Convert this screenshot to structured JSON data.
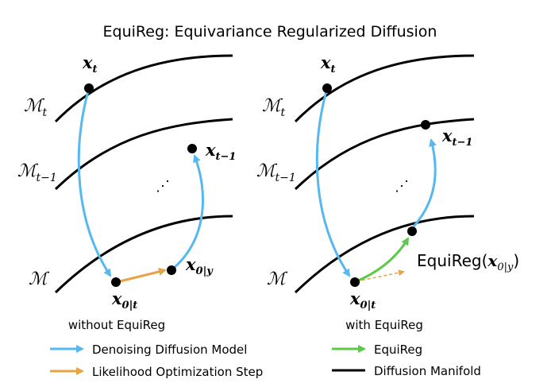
{
  "title": "EquiReg: Equivariance Regularized Diffusion",
  "colors": {
    "denoising": "#56b8ec",
    "likelihood": "#e6a444",
    "equireg": "#5ec84a",
    "manifold": "#000000"
  },
  "panels": [
    {
      "caption": "without EquiReg",
      "manifold_labels": {
        "t": "t",
        "t_minus_1": "t−1",
        "base": ""
      },
      "point_labels": {
        "x_t": {
          "base": "x",
          "sub": "t"
        },
        "x_t1": {
          "base": "x",
          "sub": "t−1"
        },
        "x_0t": {
          "base": "x",
          "sub": "0|t"
        },
        "x_0y": {
          "base": "x",
          "sub": "0|y"
        }
      },
      "ellipsis": "⋰"
    },
    {
      "caption": "with EquiReg",
      "manifold_labels": {
        "t": "t",
        "t_minus_1": "t−1",
        "base": ""
      },
      "point_labels": {
        "x_t": {
          "base": "x",
          "sub": "t"
        },
        "x_t1": {
          "base": "x",
          "sub": "t−1"
        },
        "x_0t": {
          "base": "x",
          "sub": "0|t"
        },
        "equireg_prefix": "EquiReg(",
        "equireg_base": "x",
        "equireg_sub": "0|y",
        "equireg_suffix": ")"
      },
      "ellipsis": "⋰"
    }
  ],
  "manifold_symbol": "ℳ",
  "legend": [
    {
      "label": "Denoising Diffusion Model",
      "color": "#56b8ec",
      "kind": "arrow"
    },
    {
      "label": "Likelihood Optimization Step",
      "color": "#e6a444",
      "kind": "arrow"
    },
    {
      "label": "EquiReg",
      "color": "#5ec84a",
      "kind": "arrow"
    },
    {
      "label": "Diffusion Manifold",
      "color": "#000000",
      "kind": "line"
    }
  ]
}
